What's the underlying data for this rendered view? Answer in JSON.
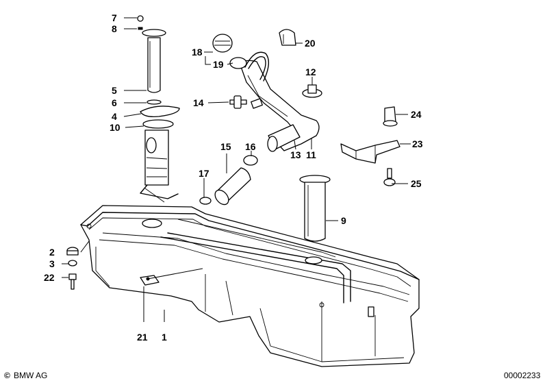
{
  "diagram": {
    "callouts": {
      "c1": "1",
      "c2": "2",
      "c3": "3",
      "c4": "4",
      "c5": "5",
      "c6": "6",
      "c7": "7",
      "c8": "8",
      "c9": "9",
      "c10": "10",
      "c11": "11",
      "c12": "12",
      "c13": "13",
      "c14": "14",
      "c15": "15",
      "c16": "16",
      "c17": "17",
      "c18": "18",
      "c19": "19",
      "c20": "20",
      "c21": "21",
      "c22": "22",
      "c23": "23",
      "c24": "24",
      "c25": "25"
    }
  },
  "footer": {
    "brand_mark": "©",
    "brand_text": "BMW AG",
    "diagram_id": "00002233"
  }
}
